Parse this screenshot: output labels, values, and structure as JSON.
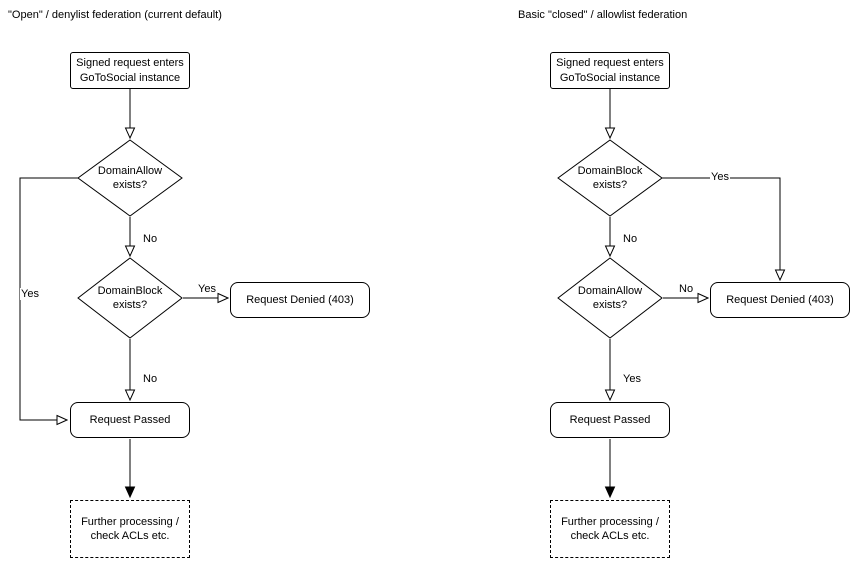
{
  "colors": {
    "stroke": "#000000",
    "fill": "#ffffff"
  },
  "diagram": {
    "left": {
      "title": "\"Open\" / denylist federation (current default)",
      "nodes": {
        "start": "Signed request enters GoToSocial instance",
        "decision1": "DomainAllow exists?",
        "decision2": "DomainBlock exists?",
        "denied": "Request Denied (403)",
        "passed": "Request Passed",
        "further": "Further processing / check ACLs etc."
      },
      "edge_labels": {
        "decision1_no": "No",
        "decision1_yes": "Yes",
        "decision2_yes": "Yes",
        "decision2_no": "No"
      }
    },
    "right": {
      "title": "Basic \"closed\" / allowlist federation",
      "nodes": {
        "start": "Signed request enters GoToSocial instance",
        "decision1": "DomainBlock exists?",
        "decision2": "DomainAllow exists?",
        "denied": "Request Denied (403)",
        "passed": "Request Passed",
        "further": "Further processing / check ACLs etc."
      },
      "edge_labels": {
        "decision1_yes": "Yes",
        "decision1_no": "No",
        "decision2_no": "No",
        "decision2_yes": "Yes"
      }
    }
  }
}
